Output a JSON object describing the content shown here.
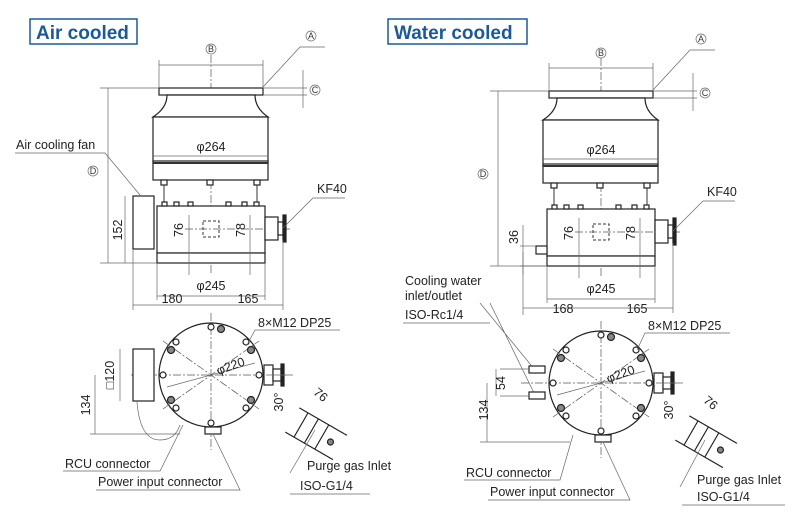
{
  "panels": [
    {
      "title": "Air cooled",
      "markers": {
        "a": "A",
        "b": "B",
        "c": "C",
        "d": "D"
      },
      "dims": {
        "phi264": "φ264",
        "phi245": "φ245",
        "d152": "152",
        "d76": "76",
        "d78": "78",
        "left": "180",
        "right": "165",
        "phi220": "φ220",
        "sq120": "□120",
        "d134": "134",
        "angle": "30°",
        "d76b": "76"
      },
      "labels": {
        "fan": "Air cooling fan",
        "kf40": "KF40",
        "bolts": "8×M12 DP25",
        "rcu": "RCU connector",
        "power": "Power input connector",
        "purge": "Purge gas Inlet",
        "purge_thread": "ISO-G1/4"
      }
    },
    {
      "title": "Water cooled",
      "markers": {
        "a": "A",
        "b": "B",
        "c": "C",
        "d": "D"
      },
      "dims": {
        "phi264": "φ264",
        "phi245": "φ245",
        "d36": "36",
        "d76": "76",
        "d78": "78",
        "left": "168",
        "right": "165",
        "phi220": "φ220",
        "d54": "54",
        "d134": "134",
        "angle": "30°",
        "d76b": "76"
      },
      "labels": {
        "cooling1": "Cooling water",
        "cooling2": "inlet/outlet",
        "cooling_thread": "ISO-Rc1/4",
        "kf40": "KF40",
        "bolts": "8×M12 DP25",
        "rcu": "RCU connector",
        "power": "Power input connector",
        "purge": "Purge gas Inlet",
        "purge_thread": "ISO-G1/4"
      }
    }
  ],
  "colors": {
    "title": "#1b5a97"
  }
}
